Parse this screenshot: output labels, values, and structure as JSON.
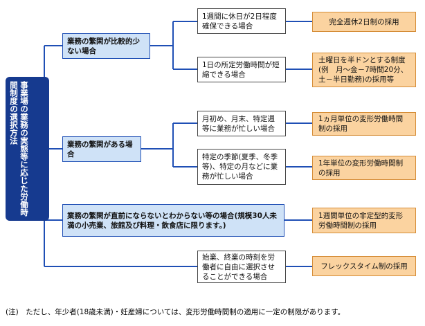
{
  "root_label": "事業場の業務の実態等に応じた労働時間制度の選択方法",
  "conditions": [
    "業務の繁閑が比較的少ない場合",
    "業務の繁閑がある場合",
    "業務の繁閑が直前にならないとわからない等の場合(規模30人未満の小売業、旅館及び料理・飲食店に限ります。)"
  ],
  "details": [
    "1週間に休日が2日程度確保できる場合",
    "1日の所定労働時間が短縮できる場合",
    "月初め、月末、特定週等に業務が忙しい場合",
    "特定の季節(夏季、冬季等)、特定の月などに業務が忙しい場合",
    "始業、終業の時刻を労働者に自由に選択させることができる場合"
  ],
  "results": [
    "完全週休2日制の採用",
    "土曜日を半ドンとする制度(例　月～金－7時間20分、土－半日勤務)の採用等",
    "1ヵ月単位の変形労働時間制の採用",
    "1年単位の変形労働時間制の採用",
    "1週間単位の非定型的変形労働時間制の採用",
    "フレックスタイム制の採用"
  ],
  "note": "(注)　ただし、年少者(18歳未満)・妊産婦については、変形労働時間制の適用に一定の制限があります。",
  "colors": {
    "root_fill": "#163a8f",
    "condition_fill": "#cfe2f7",
    "result_fill": "#fbd3a0",
    "line": "#1f4fb5"
  }
}
